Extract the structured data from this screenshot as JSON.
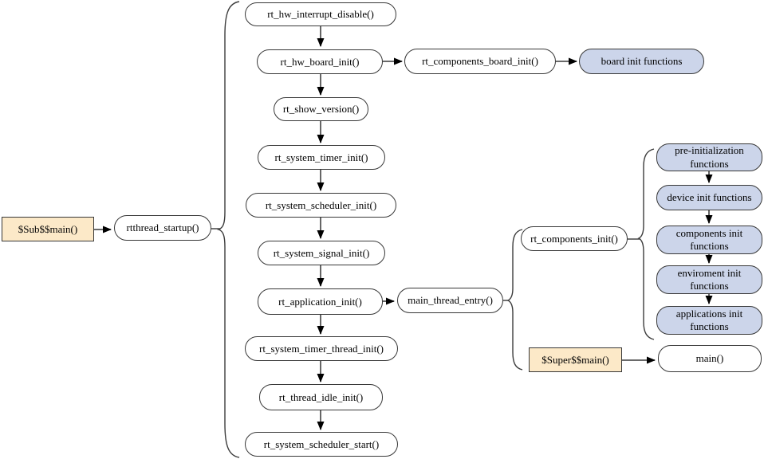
{
  "diagram": {
    "type": "flowchart",
    "subject": "RT-Thread startup sequence",
    "colors": {
      "background": "#ffffff",
      "node_fill": "#ffffff",
      "node_border": "#383838",
      "highlight_fill_blue": "#ccd5ea",
      "highlight_fill_tan": "#fce9c8",
      "connector_line": "#555555",
      "arrowhead": "#000000"
    },
    "nodes": {
      "sub_main": {
        "label": "$Sub$$main()"
      },
      "rtthread_startup": {
        "label": "rtthread_startup()"
      },
      "rt_hw_interrupt_disable": {
        "label": "rt_hw_interrupt_disable()"
      },
      "rt_hw_board_init": {
        "label": "rt_hw_board_init()"
      },
      "rt_components_board_init": {
        "label": "rt_components_board_init()"
      },
      "board_init_functions": {
        "label": "board init functions"
      },
      "rt_show_version": {
        "label": "rt_show_version()"
      },
      "rt_system_timer_init": {
        "label": "rt_system_timer_init()"
      },
      "rt_system_scheduler_init": {
        "label": "rt_system_scheduler_init()"
      },
      "rt_system_signal_init": {
        "label": "rt_system_signal_init()"
      },
      "rt_application_init": {
        "label": "rt_application_init()"
      },
      "main_thread_entry": {
        "label": "main_thread_entry()"
      },
      "rt_system_timer_thread_init": {
        "label": "rt_system_timer_thread_init()"
      },
      "rt_thread_idle_init": {
        "label": "rt_thread_idle_init()"
      },
      "rt_system_scheduler_start": {
        "label": "rt_system_scheduler_start()"
      },
      "rt_components_init": {
        "label": "rt_components_init()"
      },
      "pre_initialization_functions": {
        "label": "pre-initialization functions"
      },
      "device_init_functions": {
        "label": "device init functions"
      },
      "components_init_functions": {
        "label": "components init functions"
      },
      "enviroment_init_functions": {
        "label": "enviroment init functions"
      },
      "applications_init_functions": {
        "label": "applications init functions"
      },
      "super_main": {
        "label": "$Super$$main()"
      },
      "main_fn": {
        "label": "main()"
      }
    }
  }
}
